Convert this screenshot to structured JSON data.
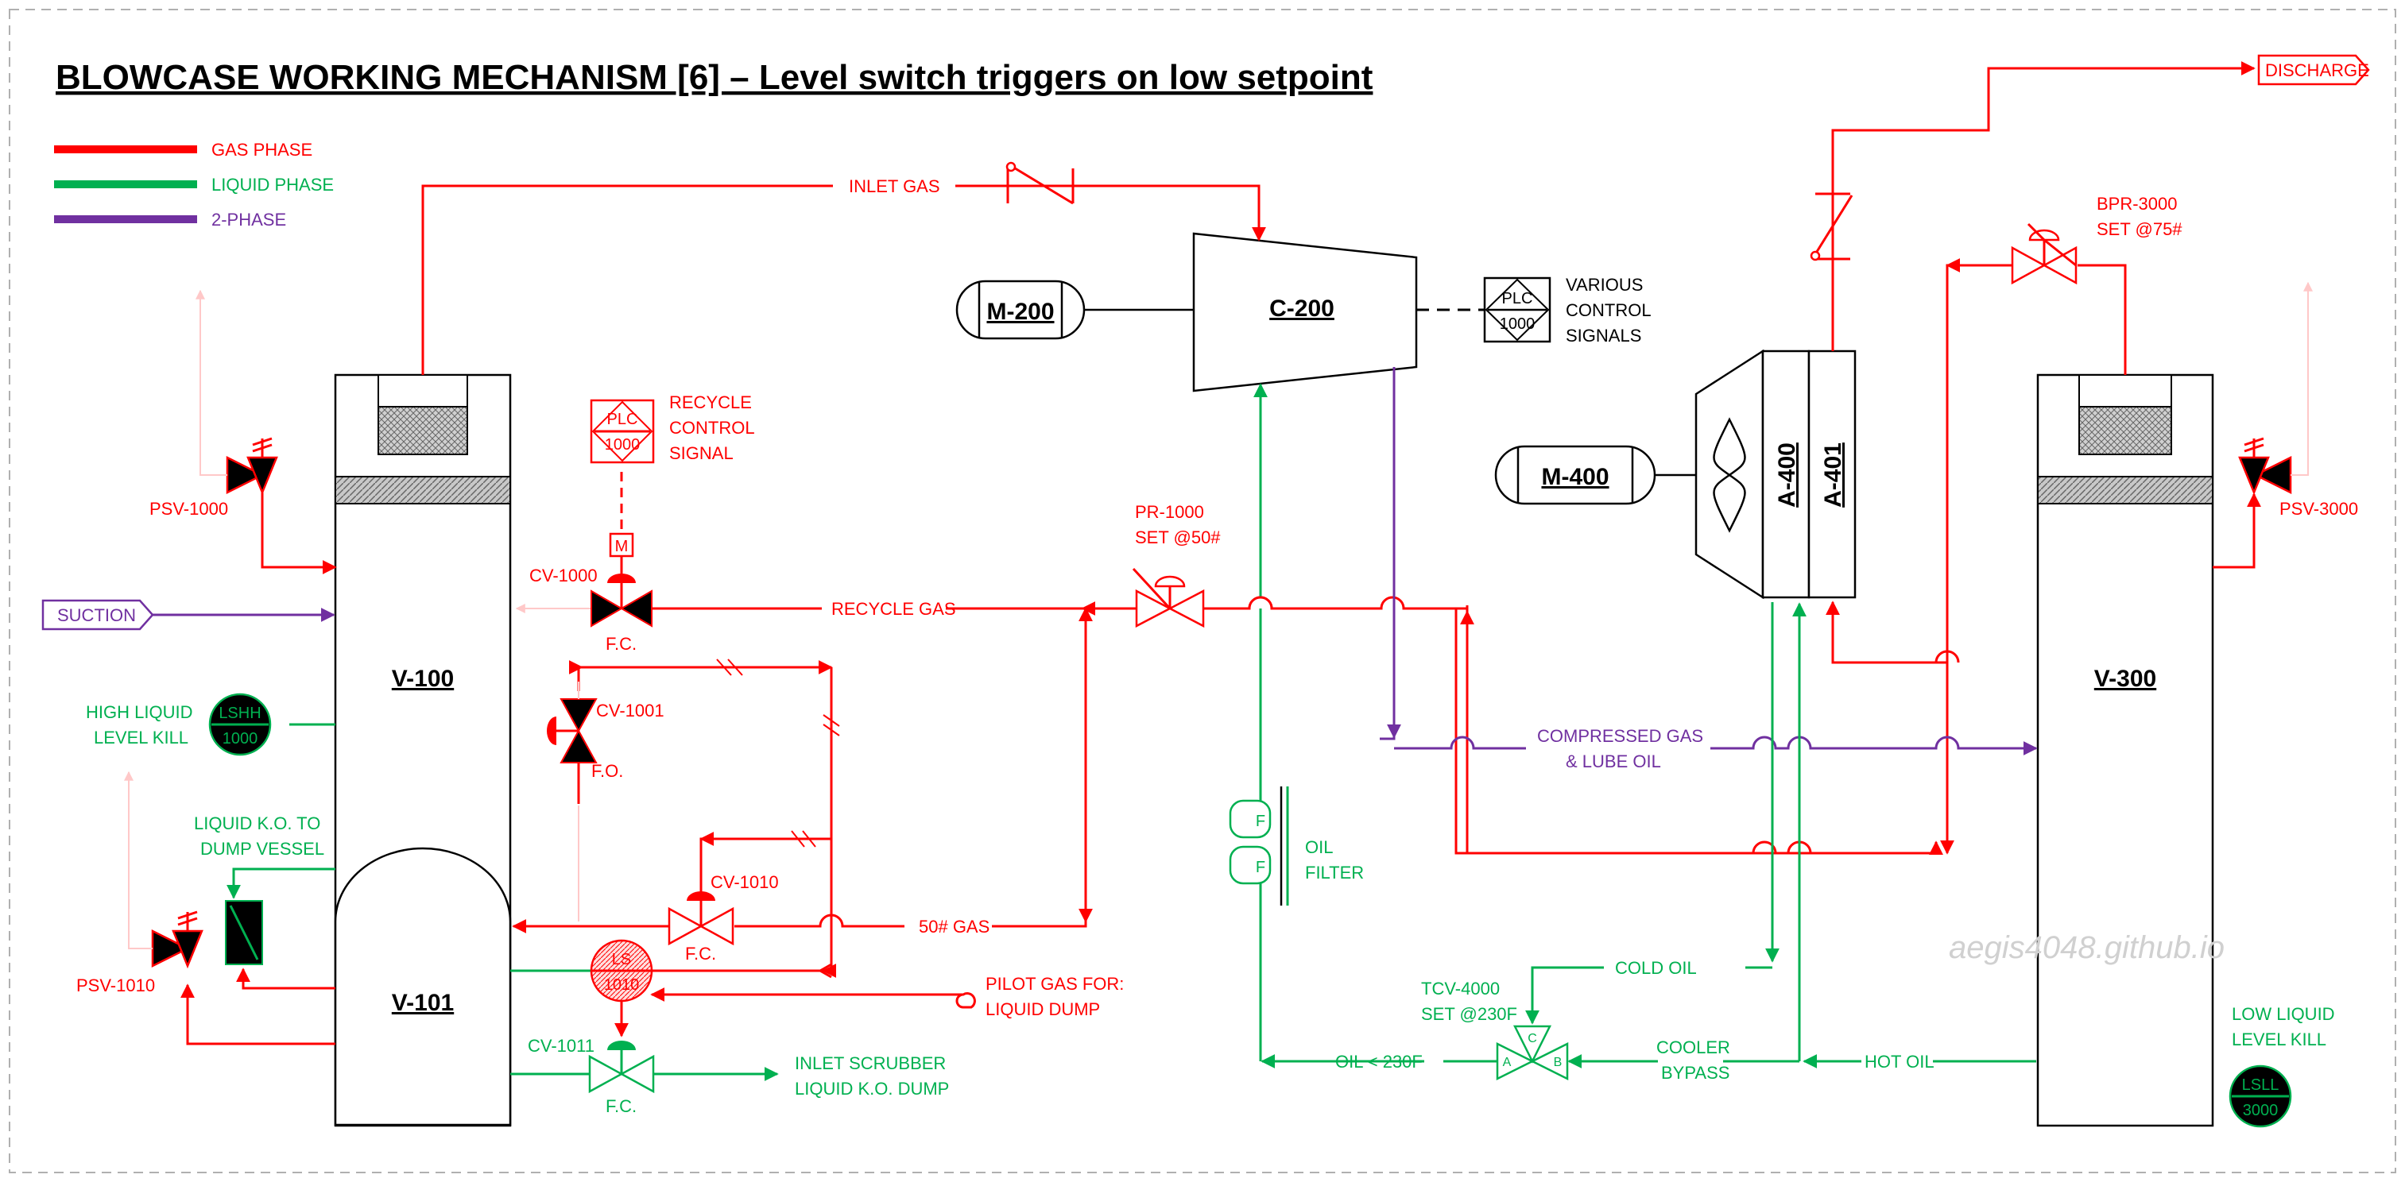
{
  "title": "BLOWCASE WORKING MECHANISM [6] – Level switch triggers on low setpoint",
  "legend": [
    {
      "label": "GAS PHASE",
      "color": "#ff0000"
    },
    {
      "label": "LIQUID PHASE",
      "color": "#00b050"
    },
    {
      "label": "2-PHASE",
      "color": "#7030a0"
    }
  ],
  "colors": {
    "gas": "#ff0000",
    "liquid": "#00b050",
    "two_phase": "#7030a0",
    "equipment": "#000000"
  },
  "equipment": {
    "v100": "V-100",
    "v101": "V-101",
    "v300": "V-300",
    "c200": "C-200",
    "m200": "M-200",
    "m400": "M-400",
    "a400": "A-400",
    "a401": "A-401"
  },
  "streams": {
    "suction": "SUCTION",
    "discharge": "DISCHARGE",
    "inlet_gas": "INLET GAS",
    "recycle_gas": "RECYCLE GAS",
    "gas_50": "50# GAS",
    "compressed_1": "COMPRESSED GAS",
    "compressed_2": "& LUBE OIL",
    "cold_oil": "COLD OIL",
    "hot_oil": "HOT OIL",
    "oil_230": "OIL < 230F",
    "cooler_bypass_1": "COOLER",
    "cooler_bypass_2": "BYPASS",
    "pilot_1": "PILOT GAS FOR:",
    "pilot_2": "LIQUID DUMP",
    "dump_1": "INLET SCRUBBER",
    "dump_2": "LIQUID K.O. DUMP",
    "liq_ko_1": "LIQUID K.O. TO",
    "liq_ko_2": "DUMP VESSEL"
  },
  "instruments": {
    "psv1000": "PSV-1000",
    "psv1010": "PSV-1010",
    "psv3000": "PSV-3000",
    "cv1000": "CV-1000",
    "cv1001": "CV-1001",
    "cv1010": "CV-1010",
    "cv1011": "CV-1011",
    "fc": "F.C.",
    "fo": "F.O.",
    "pr1000": "PR-1000",
    "pr1000_set": "SET @50#",
    "bpr3000": "BPR-3000",
    "bpr3000_set": "SET @75#",
    "tcv4000": "TCV-4000",
    "tcv4000_set": "SET @230F",
    "port_a": "A",
    "port_b": "B",
    "port_c": "C",
    "plc_top": "PLC",
    "plc_bottom": "1000",
    "motor": "M",
    "ls_top": "LS",
    "ls_bottom": "1010",
    "lshh_top": "LSHH",
    "lshh_bottom": "1000",
    "lsll_top": "LSLL",
    "lsll_bottom": "3000",
    "filter_letter": "F"
  },
  "notes": {
    "recycle_signal_1": "RECYCLE",
    "recycle_signal_2": "CONTROL",
    "recycle_signal_3": "SIGNAL",
    "various_1": "VARIOUS",
    "various_2": "CONTROL",
    "various_3": "SIGNALS",
    "high_kill_1": "HIGH LIQUID",
    "high_kill_2": "LEVEL KILL",
    "low_kill_1": "LOW LIQUID",
    "low_kill_2": "LEVEL KILL",
    "oil_filter_1": "OIL",
    "oil_filter_2": "FILTER"
  },
  "watermark": "aegis4048.github.io"
}
